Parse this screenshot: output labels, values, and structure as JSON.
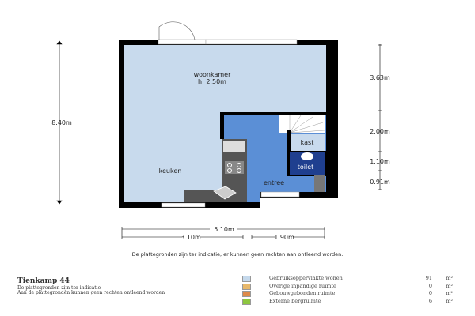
{
  "plan": {
    "rooms": {
      "woonkamer": "woonkamer",
      "height": "h: 2.50m",
      "keuken": "keuken",
      "kast": "kast",
      "toilet": "toilet",
      "entree": "entree"
    },
    "dimensions": {
      "total_depth": "8.40m",
      "right": [
        "3.63m",
        "2.00m",
        "1.10m",
        "0.91m"
      ],
      "total_width": "5.10m",
      "bottom": [
        "3.10m",
        "1.90m"
      ]
    },
    "note": "De plattegronden zijn ter indicatie, er kunnen geen rechten aan ontleend worden."
  },
  "footer": {
    "title": "Tienkamp 44",
    "line1": "De plattegronden zijn ter indicatie",
    "line2": "Aan de plattegronden kunnen geen rechten ontleend worden"
  },
  "legend": [
    {
      "name": "Gebruiksoppervlakte wonen",
      "value": "91",
      "unit": "m²",
      "color": "#c5d9ec"
    },
    {
      "name": "Overige inpandige ruimte",
      "value": "0",
      "unit": "m²",
      "color": "#e8b86a"
    },
    {
      "name": "Gebouwgebonden ruimte",
      "value": "0",
      "unit": "m²",
      "color": "#dd8a4a"
    },
    {
      "name": "Externe bergruimte",
      "value": "6",
      "unit": "m²",
      "color": "#8dc63f"
    }
  ],
  "colors": {
    "room": "#c8daed",
    "hall": "#5b8fd6",
    "wall": "#000000",
    "kitchen": "#555555",
    "toilet": "#1f3f8f"
  }
}
